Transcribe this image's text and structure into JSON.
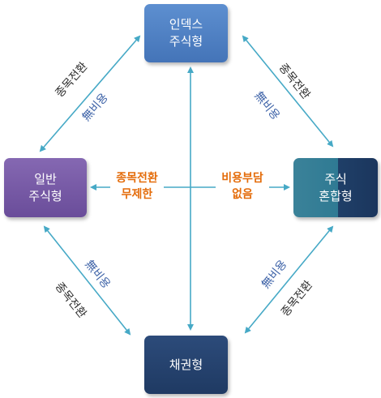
{
  "nodes": {
    "top": [
      "인덱스",
      "주식형"
    ],
    "left": [
      "일반",
      "주식형"
    ],
    "right": [
      "주식",
      "혼합형"
    ],
    "bottom": "채권형"
  },
  "edge_labels": {
    "switch": "종목전환",
    "no_fee": "無비용"
  },
  "center_labels": {
    "left": [
      "종목전환",
      "무제한"
    ],
    "right": [
      "비용부담",
      "없음"
    ]
  },
  "colors": {
    "arrow": "#46a9c6",
    "accent_orange": "#e46c0a",
    "fee_text": "#3e63a8",
    "node_top": "#4f80c4",
    "node_left": "#7659a6",
    "node_right_teal": "#2f7a93",
    "node_right_navy": "#1b365d",
    "node_bottom": "#253f6b"
  }
}
